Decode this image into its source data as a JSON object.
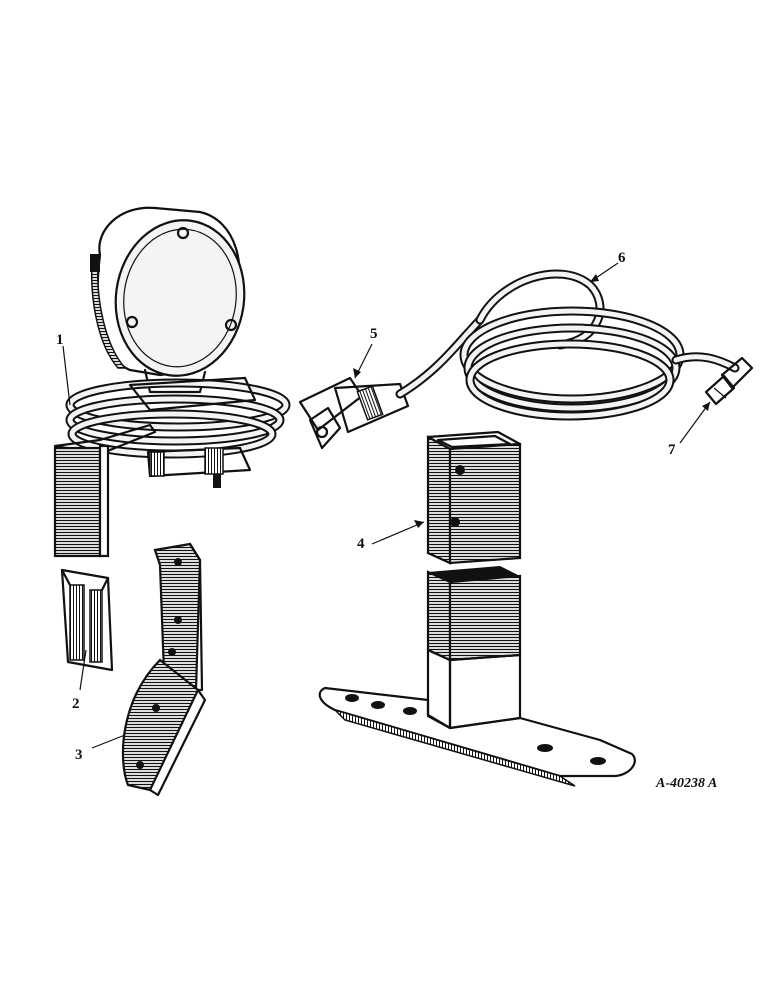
{
  "callouts": [
    {
      "id": "1",
      "label": "1"
    },
    {
      "id": "2",
      "label": "2"
    },
    {
      "id": "3",
      "label": "3"
    },
    {
      "id": "4",
      "label": "4"
    },
    {
      "id": "5",
      "label": "5"
    },
    {
      "id": "6",
      "label": "6"
    },
    {
      "id": "7",
      "label": "7"
    }
  ],
  "figure_id": "A-40238 A",
  "colors": {
    "ink": "#111111",
    "paper": "#ffffff"
  }
}
